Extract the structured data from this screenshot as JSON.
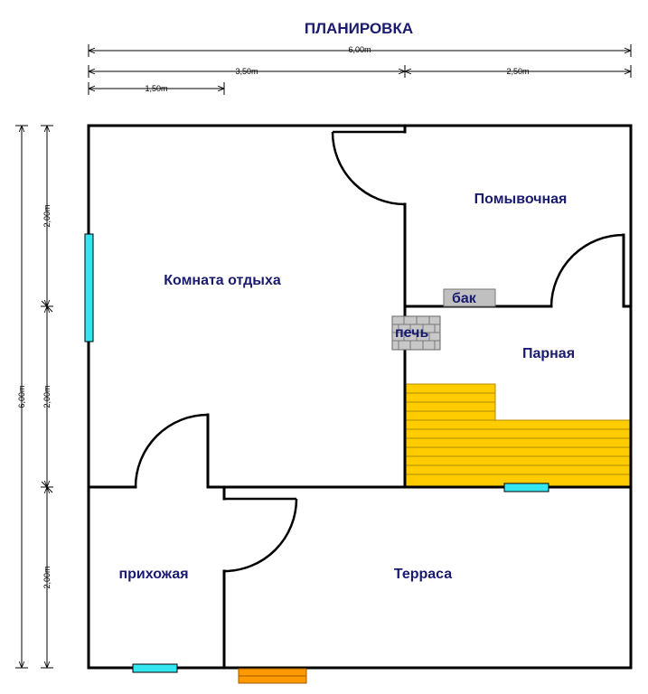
{
  "title": "ПЛАНИРОВКА",
  "dimensions": {
    "total_width": "6,00m",
    "left_width": "3,50m",
    "right_width": "2,50m",
    "entry_width": "1,50m",
    "total_height": "6,00m",
    "seg1": "2,00m",
    "seg2": "2,00m",
    "seg3": "2,00m"
  },
  "rooms": {
    "rest_room": "Комната отдыха",
    "wash_room": "Помывочная",
    "steam_room": "Парная",
    "hallway": "прихожая",
    "terrace": "Терраса"
  },
  "fixtures": {
    "tank": "бак",
    "stove": "печь"
  },
  "colors": {
    "window": "#33e6f0",
    "bench": "#ffcc00",
    "step": "#ff9900",
    "tank": "#c0c0c0",
    "stove": "#c8c8c8",
    "text": "#1a1a6e"
  }
}
